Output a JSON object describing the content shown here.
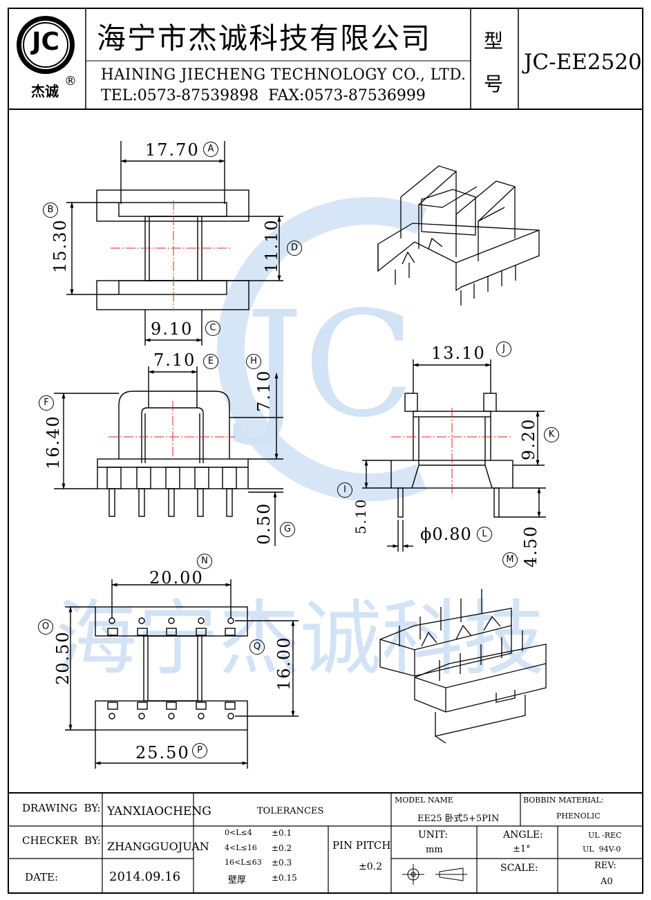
{
  "header": {
    "logo_text": "JC",
    "logo_brand": "杰诚",
    "logo_registered": "®",
    "company_cn": "海宁市杰诚科技有限公司",
    "company_en": "HAINING JIECHENG TECHNOLOGY CO., LTD.",
    "contact": "TEL:0573-87539898  FAX:0573-87536999",
    "model_label_1": "型",
    "model_label_2": "号",
    "model_value": "JC-EE2520"
  },
  "dimensions": {
    "a": {
      "value": "17.70",
      "mark": "A"
    },
    "b": {
      "value": "15.30",
      "mark": "B"
    },
    "c": {
      "value": "9.10",
      "mark": "C"
    },
    "d": {
      "value": "11.10",
      "mark": "D"
    },
    "e": {
      "value": "7.10",
      "mark": "E"
    },
    "f": {
      "value": "16.40",
      "mark": "F"
    },
    "g": {
      "value": "0.50",
      "mark": "G"
    },
    "h": {
      "value": "7.10",
      "mark": "H"
    },
    "i": {
      "value": "5.10",
      "mark": "I"
    },
    "j": {
      "value": "13.10",
      "mark": "J"
    },
    "k": {
      "value": "9.20",
      "mark": "K"
    },
    "l": {
      "value": "ϕ0.80",
      "mark": "L"
    },
    "m": {
      "value": "4.50",
      "mark": "M"
    },
    "n": {
      "value": "20.00",
      "mark": "N"
    },
    "o": {
      "value": "20.50",
      "mark": "O"
    },
    "p": {
      "value": "25.50",
      "mark": "P"
    },
    "q": {
      "value": "16.00",
      "mark": "Q"
    }
  },
  "watermark": {
    "logo": "JC",
    "text": "海宁杰诚科技",
    "color": "#cfe0f5"
  },
  "title_block": {
    "drawing_by_label": "DRAWING  BY:",
    "drawing_by_value": "YANXIAOCHENG",
    "checker_by_label": "CHECKER  BY:",
    "checker_by_value": "ZHANGGUOJUAN",
    "date_label": "DATE:",
    "date_value": "2014.09.16",
    "tolerances_label": "TOLERANCES",
    "tolerance_rows": [
      {
        "range": "0<L≤4",
        "tol": "±0.1"
      },
      {
        "range": "4<L≤16",
        "tol": "±0.2"
      },
      {
        "range": "16<L≤63",
        "tol": "±0.3"
      },
      {
        "range": "壁厚",
        "tol": "±0.15"
      }
    ],
    "pin_pitch_label": "PIN PITCH",
    "pin_pitch_value": "±0.2",
    "model_name_label": "MODEL NAME",
    "model_name_value": "EE25 卧式5+5PIN",
    "bobbin_material_label": "BOBBIN MATERIAL:",
    "bobbin_material_value": "PHENOLIC",
    "unit_label": "UNIT:",
    "unit_value": "mm",
    "angle_label": "ANGLE:",
    "angle_value": "±1°",
    "ul_rec": "UL -REC",
    "ul_94": "UL  94V-0",
    "scale_label": "SCALE:",
    "rev_label": "REV:",
    "rev_value": "A0"
  },
  "colors": {
    "line": "#000000",
    "centerline": "#e0201c"
  }
}
